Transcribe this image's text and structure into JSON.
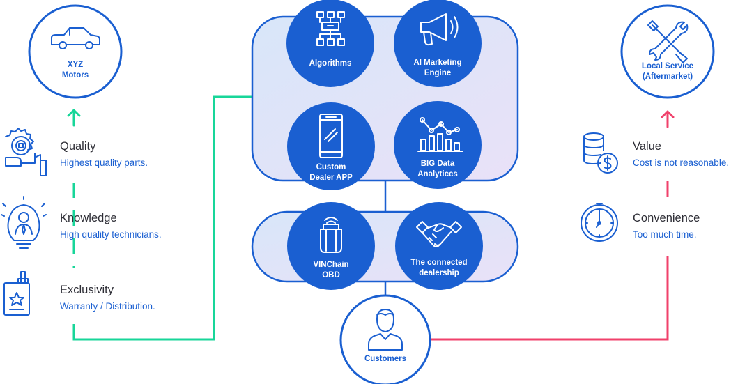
{
  "outer_nodes": {
    "xyz_motors": {
      "line1": "XYZ",
      "line2": "Motors",
      "icon": "car-icon"
    },
    "local_service": {
      "line1": "Local Service",
      "line2": "(Aftermarket)",
      "icon": "wrench-screwdriver-icon"
    },
    "customers": {
      "label": "Customers",
      "icon": "user-icon"
    }
  },
  "platform_nodes": {
    "algorithms": {
      "line1": "Algorithms",
      "icon": "flowchart-icon"
    },
    "ai_marketing": {
      "line1": "AI Marketing",
      "line2": "Engine",
      "icon": "megaphone-icon"
    },
    "dealer_app": {
      "line1": "Custom",
      "line2": "Dealer APP",
      "icon": "smartphone-icon"
    },
    "big_data": {
      "line1": "BIG Data",
      "line2": "Analyticcs",
      "icon": "analytics-chart-icon"
    },
    "vinchain": {
      "line1": "VINChain",
      "line2": "OBD",
      "icon": "obd-device-icon"
    },
    "connected_dealership": {
      "line1": "The connected",
      "line2": "dealership",
      "icon": "handshake-icon"
    }
  },
  "left_attributes": [
    {
      "title": "Quality",
      "desc": "Highest quality parts.",
      "icon": "gear-hand-icon"
    },
    {
      "title": "Knowledge",
      "desc": "High quality technicians.",
      "icon": "lightbulb-person-icon"
    },
    {
      "title": "Exclusivity",
      "desc": "Warranty / Distribution.",
      "icon": "badge-star-icon"
    }
  ],
  "right_attributes": [
    {
      "title": "Value",
      "desc": "Cost is not reasonable.",
      "icon": "coins-dollar-icon"
    },
    {
      "title": "Convenience",
      "desc": "Too much time.",
      "icon": "clock-icon"
    }
  ],
  "colors": {
    "primary_blue": "#1a5fd1",
    "green_line": "#18d699",
    "red_line": "#f0416b",
    "attribute_text": "#2e2e36"
  }
}
